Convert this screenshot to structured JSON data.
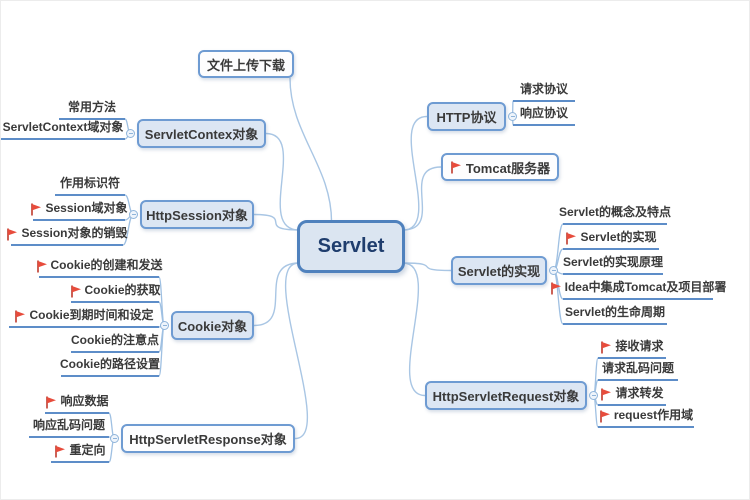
{
  "title": "Servlet mind map",
  "center": {
    "label": "Servlet"
  },
  "colors": {
    "node_border": "#6e9bd2",
    "node_fill": "#dce6f3",
    "center_border": "#4f81bd",
    "center_fill": "#dbe5f1",
    "branch_line": "#a9c6e4",
    "underline": "#5d8dc8",
    "flag_red": "#e74c3c"
  },
  "branches": [
    {
      "label": "文件上传下载",
      "flag": false,
      "children": []
    },
    {
      "label": "ServletContex对象",
      "flag": false,
      "children": [
        {
          "label": "常用方法",
          "flag": false
        },
        {
          "label": "ServletContext域对象",
          "flag": false
        }
      ]
    },
    {
      "label": "HttpSession对象",
      "flag": false,
      "children": [
        {
          "label": "作用标识符",
          "flag": false
        },
        {
          "label": "Session域对象",
          "flag": true
        },
        {
          "label": "Session对象的销毁",
          "flag": true
        }
      ]
    },
    {
      "label": "Cookie对象",
      "flag": false,
      "children": [
        {
          "label": "Cookie的创建和发送",
          "flag": true
        },
        {
          "label": "Cookie的获取",
          "flag": true
        },
        {
          "label": "Cookie到期时间和设定",
          "flag": true
        },
        {
          "label": "Cookie的注意点",
          "flag": false
        },
        {
          "label": "Cookie的路径设置",
          "flag": false
        }
      ]
    },
    {
      "label": "HttpServletResponse对象",
      "flag": false,
      "children": [
        {
          "label": "响应数据",
          "flag": true
        },
        {
          "label": "响应乱码问题",
          "flag": false
        },
        {
          "label": "重定向",
          "flag": true
        }
      ]
    },
    {
      "label": "HTTP协议",
      "flag": false,
      "children": [
        {
          "label": "请求协议",
          "flag": false
        },
        {
          "label": "响应协议",
          "flag": false
        }
      ]
    },
    {
      "label": "Tomcat服务器",
      "flag": true,
      "children": []
    },
    {
      "label": "Servlet的实现",
      "flag": false,
      "children": [
        {
          "label": "Servlet的概念及特点",
          "flag": false
        },
        {
          "label": "Servlet的实现",
          "flag": true
        },
        {
          "label": "Servlet的实现原理",
          "flag": false
        },
        {
          "label": "Idea中集成Tomcat及项目部署",
          "flag": true
        },
        {
          "label": "Servlet的生命周期",
          "flag": false
        }
      ]
    },
    {
      "label": "HttpServletRequest对象",
      "flag": false,
      "children": [
        {
          "label": "接收请求",
          "flag": true
        },
        {
          "label": "请求乱码问题",
          "flag": false
        },
        {
          "label": "请求转发",
          "flag": true
        },
        {
          "label": "request作用域",
          "flag": true
        }
      ]
    }
  ]
}
